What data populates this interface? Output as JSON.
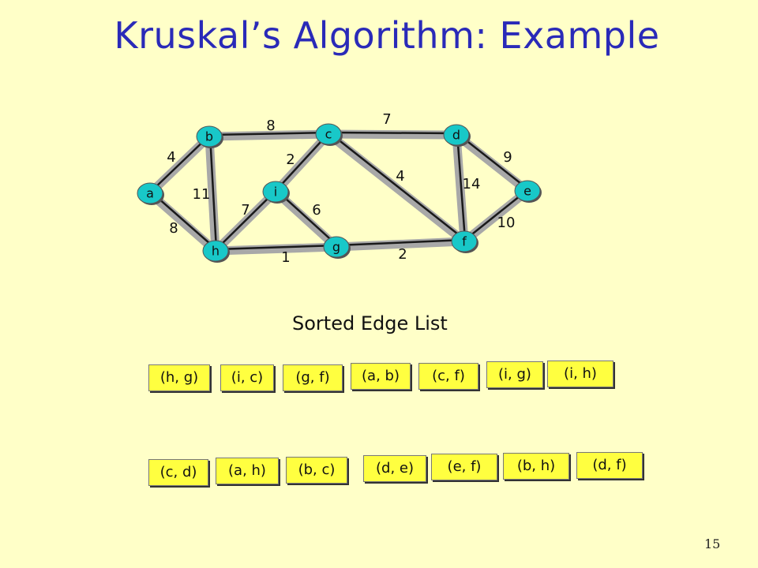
{
  "title": "Kruskal’s Algorithm: Example",
  "graph": {
    "nodes": [
      {
        "id": "a",
        "label": "a"
      },
      {
        "id": "b",
        "label": "b"
      },
      {
        "id": "c",
        "label": "c"
      },
      {
        "id": "d",
        "label": "d"
      },
      {
        "id": "e",
        "label": "e"
      },
      {
        "id": "f",
        "label": "f"
      },
      {
        "id": "g",
        "label": "g"
      },
      {
        "id": "h",
        "label": "h"
      },
      {
        "id": "i",
        "label": "i"
      }
    ],
    "edges": [
      {
        "from": "a",
        "to": "b",
        "weight": "4"
      },
      {
        "from": "a",
        "to": "h",
        "weight": "8"
      },
      {
        "from": "b",
        "to": "h",
        "weight": "11"
      },
      {
        "from": "b",
        "to": "c",
        "weight": "8"
      },
      {
        "from": "c",
        "to": "i",
        "weight": "2"
      },
      {
        "from": "c",
        "to": "d",
        "weight": "7"
      },
      {
        "from": "c",
        "to": "f",
        "weight": "4"
      },
      {
        "from": "i",
        "to": "h",
        "weight": "7"
      },
      {
        "from": "i",
        "to": "g",
        "weight": "6"
      },
      {
        "from": "h",
        "to": "g",
        "weight": "1"
      },
      {
        "from": "g",
        "to": "f",
        "weight": "2"
      },
      {
        "from": "d",
        "to": "f",
        "weight": "14"
      },
      {
        "from": "d",
        "to": "e",
        "weight": "9"
      },
      {
        "from": "e",
        "to": "f",
        "weight": "10"
      }
    ],
    "colors": {
      "node_fill": "#18c8c8",
      "node_stroke": "#555555",
      "edge_highlight": "#a8a8a8",
      "edge_line": "#1a1a1a",
      "label": "#111111"
    }
  },
  "edge_list": {
    "heading": "Sorted Edge List",
    "row1": [
      "(h, g)",
      "(i, c)",
      "(g, f)",
      "(a, b)",
      "(c, f)",
      "(i, g)",
      "(i, h)"
    ],
    "row2": [
      "(c, d)",
      "(a, h)",
      "(b, c)",
      "(d, e)",
      "(e, f)",
      "(b, h)",
      "(d, f)"
    ]
  },
  "page_number": "15"
}
